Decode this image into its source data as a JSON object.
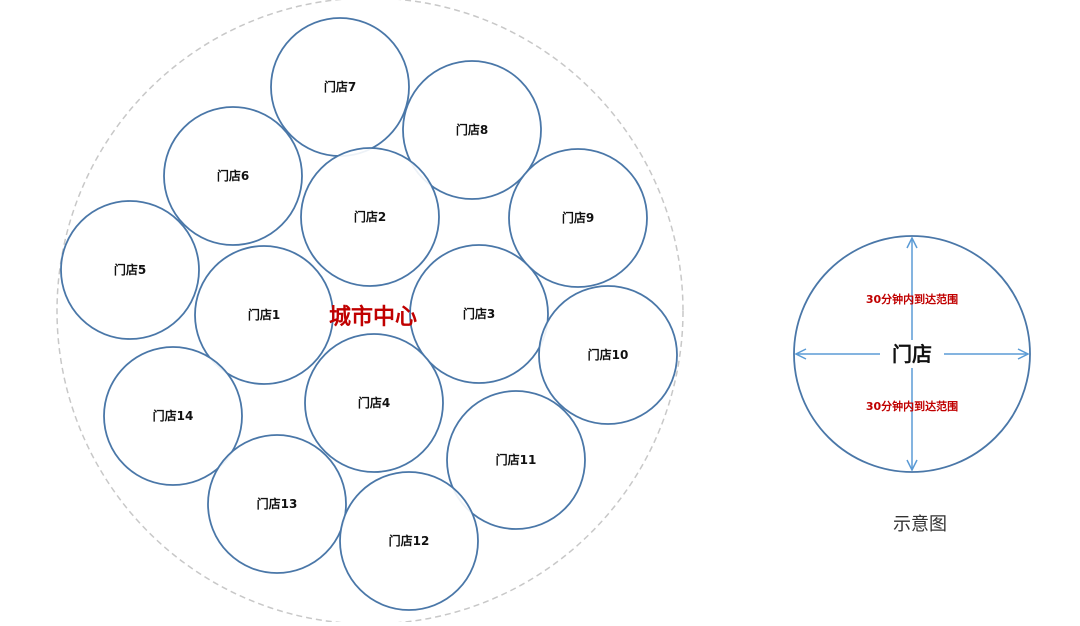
{
  "colors": {
    "circle_stroke": "#4a77a8",
    "boundary_stroke": "#c8c8c8",
    "arrow": "#5b9bd5",
    "highlight_text": "#c00000"
  },
  "diagram": {
    "city_center_label": "城市中心",
    "stores": [
      {
        "id": "store-7",
        "label": "门店7"
      },
      {
        "id": "store-8",
        "label": "门店8"
      },
      {
        "id": "store-6",
        "label": "门店6"
      },
      {
        "id": "store-2",
        "label": "门店2"
      },
      {
        "id": "store-9",
        "label": "门店9"
      },
      {
        "id": "store-5",
        "label": "门店5"
      },
      {
        "id": "store-1",
        "label": "门店1"
      },
      {
        "id": "store-3",
        "label": "门店3"
      },
      {
        "id": "store-10",
        "label": "门店10"
      },
      {
        "id": "store-4",
        "label": "门店4"
      },
      {
        "id": "store-14",
        "label": "门店14"
      },
      {
        "id": "store-11",
        "label": "门店11"
      },
      {
        "id": "store-13",
        "label": "门店13"
      },
      {
        "id": "store-12",
        "label": "门店12"
      }
    ]
  },
  "legend": {
    "store_label": "门店",
    "range_top": "30分钟内到达范围",
    "range_bottom": "30分钟内到达范围",
    "caption": "示意图"
  }
}
